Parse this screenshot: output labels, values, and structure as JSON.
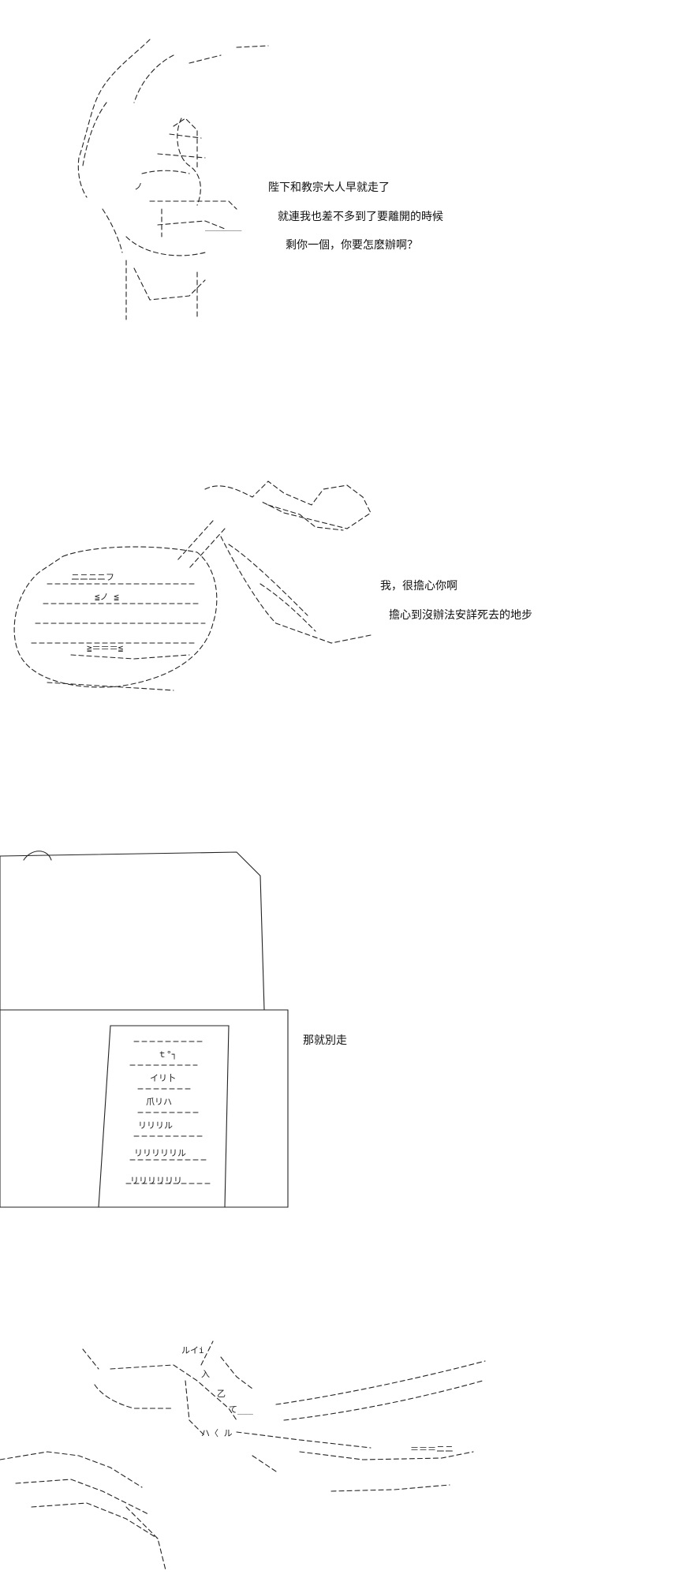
{
  "panels": [
    {
      "id": "panel-1",
      "lines": [
        "陛下和教宗大人早就走了",
        "就連我也差不多到了要離開的時候",
        "剩你一個，你要怎麽辦啊？"
      ]
    },
    {
      "id": "panel-2",
      "lines": [
        "我，很擔心你啊",
        "擔心到沒辦法安詳死去的地步"
      ]
    },
    {
      "id": "panel-3",
      "lines": [
        "那就別走"
      ]
    },
    {
      "id": "panel-4",
      "lines": []
    }
  ]
}
